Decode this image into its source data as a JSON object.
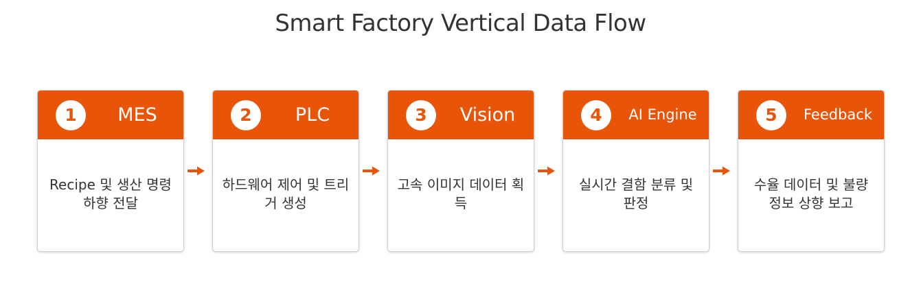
{
  "title": "Smart Factory Vertical Data Flow",
  "colors": {
    "accent": "#e85508",
    "text": "#333333",
    "card_border": "#cfcfcf"
  },
  "steps": [
    {
      "number": "1",
      "name": "MES",
      "description": "Recipe 및 생산 명령 하향 전달"
    },
    {
      "number": "2",
      "name": "PLC",
      "description": "하드웨어 제어 및 트리거 생성"
    },
    {
      "number": "3",
      "name": "Vision",
      "description": "고속 이미지 데이터 획득"
    },
    {
      "number": "4",
      "name": "AI Engine",
      "description": "실시간 결함 분류 및 판정"
    },
    {
      "number": "5",
      "name": "Feedback",
      "description": "수율 데이터 및 불량 정보 상향 보고"
    }
  ],
  "connectors": [
    {
      "from": "1",
      "to": "2",
      "icon": "arrow-right-icon"
    },
    {
      "from": "2",
      "to": "3",
      "icon": "arrow-right-icon"
    },
    {
      "from": "3",
      "to": "4",
      "icon": "arrow-right-icon"
    },
    {
      "from": "4",
      "to": "5",
      "icon": "arrow-right-icon"
    }
  ]
}
